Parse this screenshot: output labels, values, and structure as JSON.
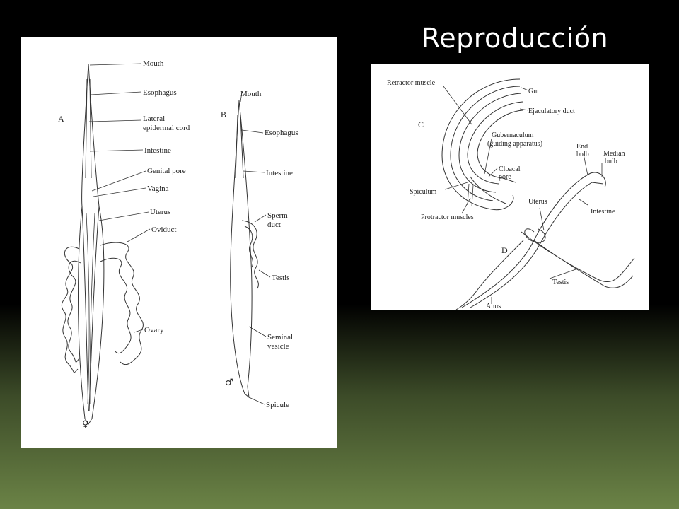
{
  "slide": {
    "title": "Reproducción"
  },
  "figure_left": {
    "female": {
      "letter": "A",
      "symbol": "♀",
      "labels": [
        "Mouth",
        "Esophagus",
        "Lateral",
        "epidermal cord",
        "Intestine",
        "Genital pore",
        "Vagina",
        "Uterus",
        "Oviduct",
        "Ovary"
      ]
    },
    "male": {
      "letter": "B",
      "symbol": "♂",
      "labels": [
        "Mouth",
        "Esophagus",
        "Intestine",
        "Sperm",
        "duct",
        "Testis",
        "Seminal",
        "vesicle",
        "Spicule"
      ]
    }
  },
  "figure_right": {
    "tail": {
      "letter": "C",
      "labels": [
        "Retractor muscle",
        "Gut",
        "Ejaculatory duct",
        "Gubernaculum",
        "(guiding apparatus)",
        "Cloacal",
        "pore",
        "Spiculum",
        "Protractor muscles"
      ]
    },
    "mating": {
      "letter": "D",
      "labels": [
        "End",
        "bulb",
        "Median",
        "bulb",
        "Uterus",
        "Intestine",
        "Testis",
        "Anus"
      ]
    }
  }
}
